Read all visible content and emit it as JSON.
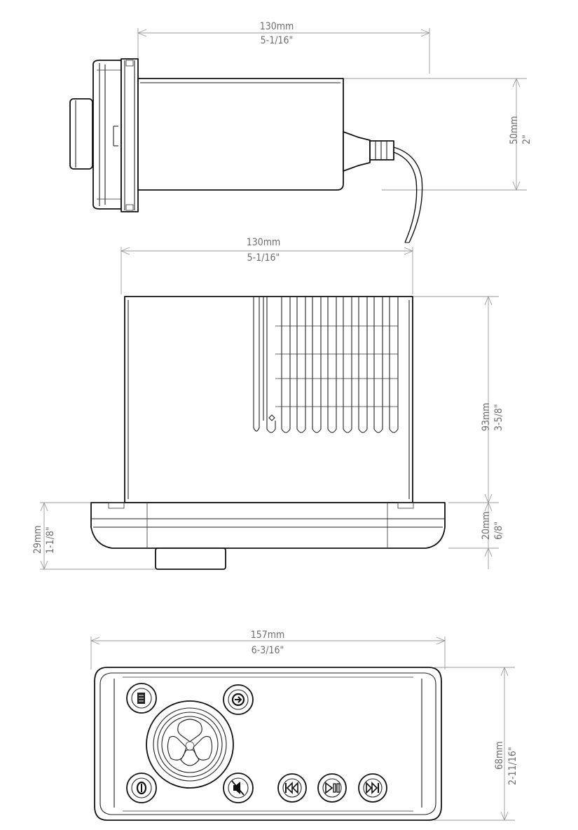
{
  "colors": {
    "outline": "#111111",
    "dimension": "#9a9a9a",
    "dimension_text": "#6d6d6d",
    "background": "#ffffff"
  },
  "views": {
    "side": {
      "width": {
        "metric": "130mm",
        "imperial": "5-1/16\""
      },
      "height": {
        "metric": "50mm",
        "imperial": "2\""
      }
    },
    "top": {
      "width": {
        "metric": "130mm",
        "imperial": "5-1/16\""
      },
      "body_depth": {
        "metric": "93mm",
        "imperial": "3-5/8\""
      },
      "bezel_depth": {
        "metric": "20mm",
        "imperial": "6/8\""
      },
      "front_depth": {
        "metric": "29mm",
        "imperial": "1-1/8\""
      }
    },
    "front": {
      "width": {
        "metric": "157mm",
        "imperial": "6-3/16\""
      },
      "height": {
        "metric": "68mm",
        "imperial": "2-11/16\""
      },
      "buttons": [
        "menu",
        "source",
        "power",
        "mute",
        "previous",
        "play-pause",
        "next"
      ]
    }
  }
}
